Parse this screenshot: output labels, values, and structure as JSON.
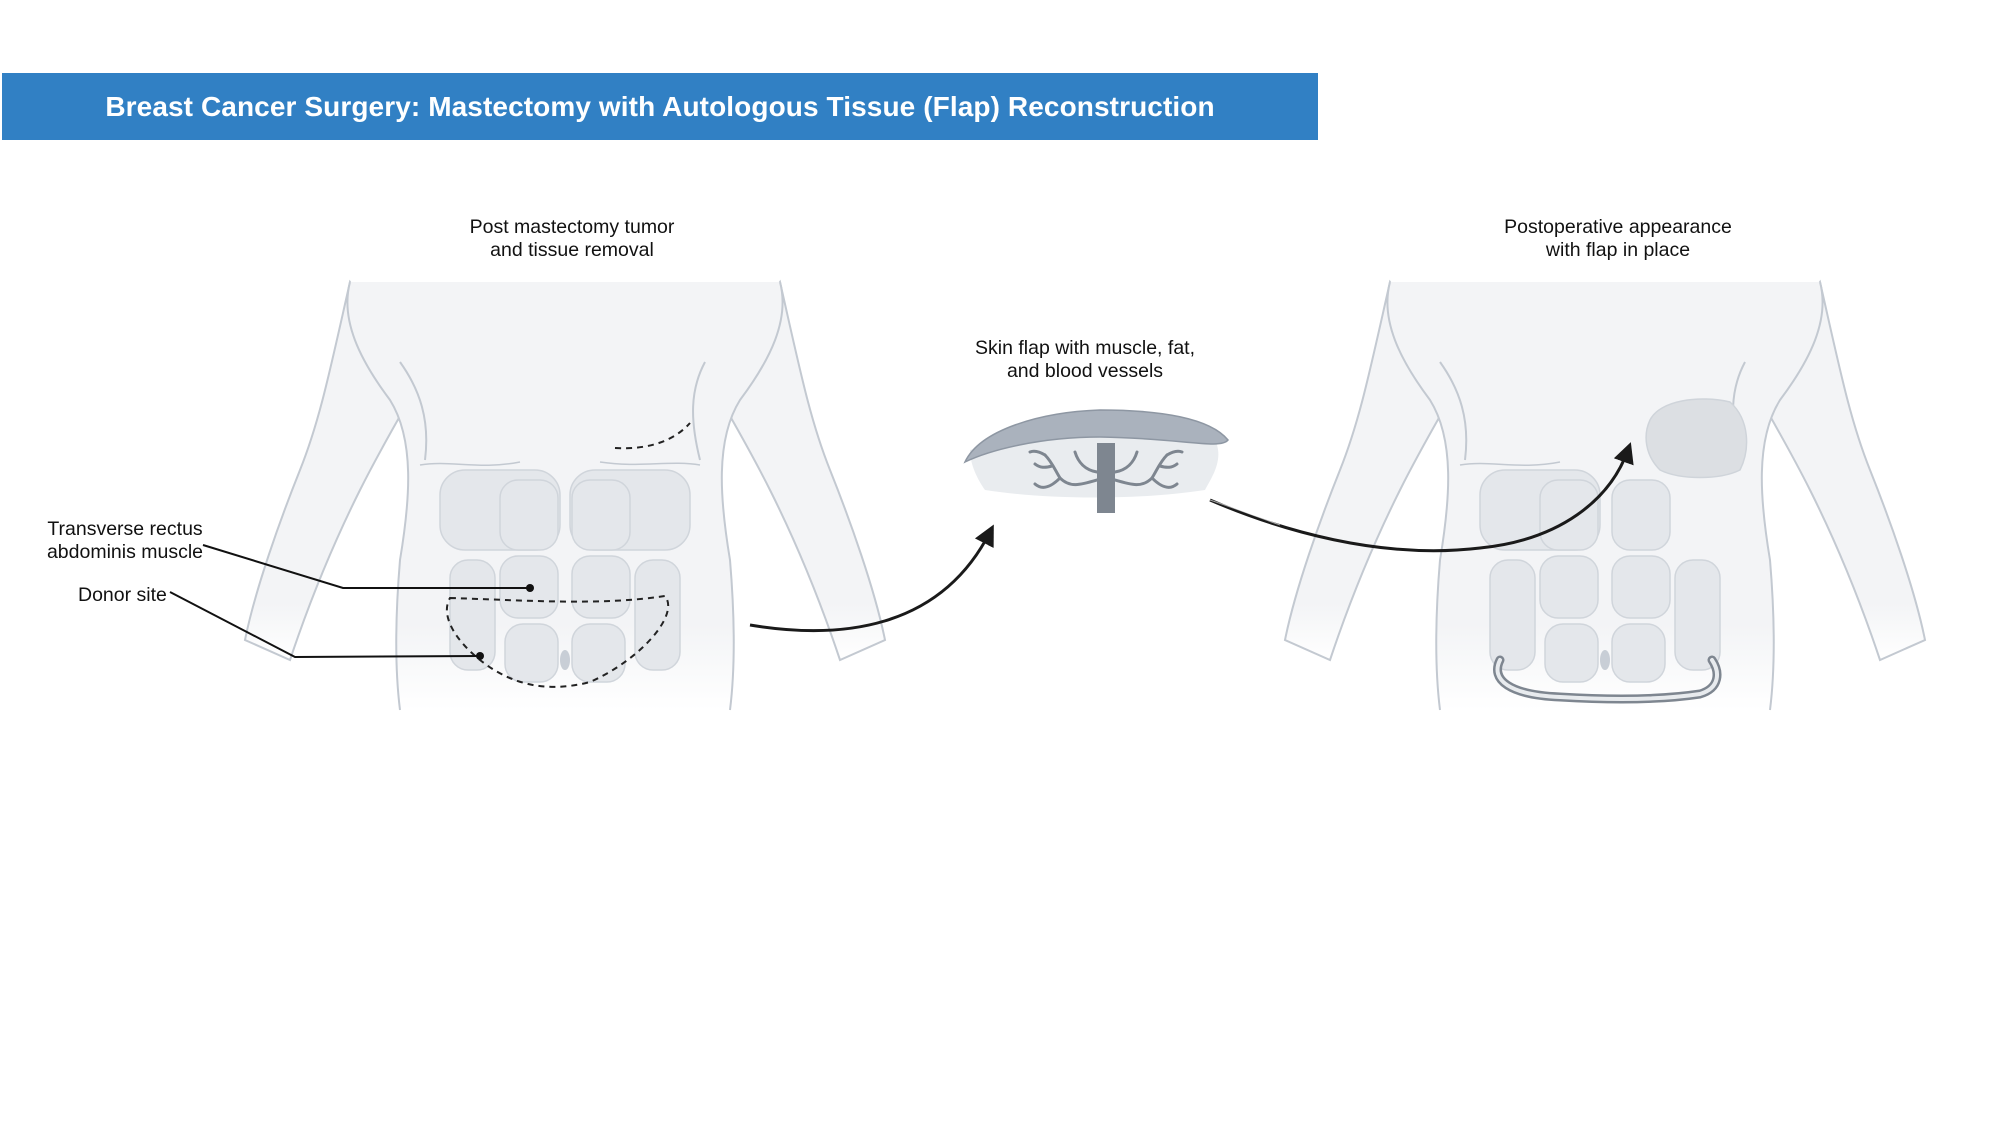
{
  "title": "Breast Cancer Surgery: Mastectomy with Autologous Tissue (Flap) Reconstruction",
  "colors": {
    "banner": "#3180c4",
    "banner_text": "#ffffff",
    "body_fill": "#f3f4f6",
    "body_outline": "#c3c9d1",
    "muscle_fill": "#e4e7eb",
    "flap_skin": "#aab2bd",
    "vessel": "#7e8690",
    "arrow": "#1a1a1a"
  },
  "panels": {
    "left": {
      "caption_line1": "Post mastectomy tumor",
      "caption_line2": "and tissue removal",
      "callouts": {
        "muscle_line1": "Transverse rectus",
        "muscle_line2": "abdominis muscle",
        "donor": "Donor site"
      }
    },
    "middle": {
      "caption_line1": "Skin flap with muscle, fat,",
      "caption_line2": "and blood vessels"
    },
    "right": {
      "caption_line1": "Postoperative appearance",
      "caption_line2": "with flap in place"
    }
  }
}
